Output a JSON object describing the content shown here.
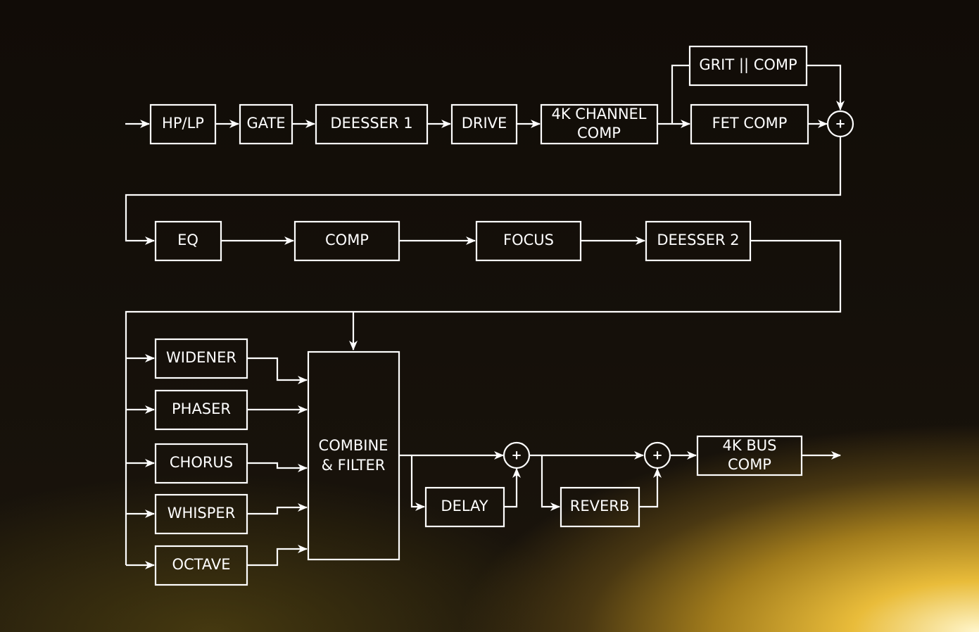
{
  "colors": {
    "stroke": "#ffffff",
    "background_dark": "#110c07",
    "glow": "#e9bc3a"
  },
  "blocks": {
    "hp_lp": "HP/LP",
    "gate": "GATE",
    "deesser_1": "DEESSER 1",
    "drive": "DRIVE",
    "channel_comp_line1": "4K CHANNEL",
    "channel_comp_line2": "COMP",
    "grit_comp": "GRIT || COMP",
    "fet_comp": "FET COMP",
    "eq": "EQ",
    "comp": "COMP",
    "focus": "FOCUS",
    "deesser_2": "DEESSER 2",
    "widener": "WIDENER",
    "phaser": "PHASER",
    "chorus": "CHORUS",
    "whisper": "WHISPER",
    "octave": "OCTAVE",
    "combine_line1": "COMBINE",
    "combine_line2": "& FILTER",
    "delay": "DELAY",
    "reverb": "REVERB",
    "bus_comp_line1": "4K BUS",
    "bus_comp_line2": "COMP"
  },
  "summing": {
    "sign": "+"
  }
}
